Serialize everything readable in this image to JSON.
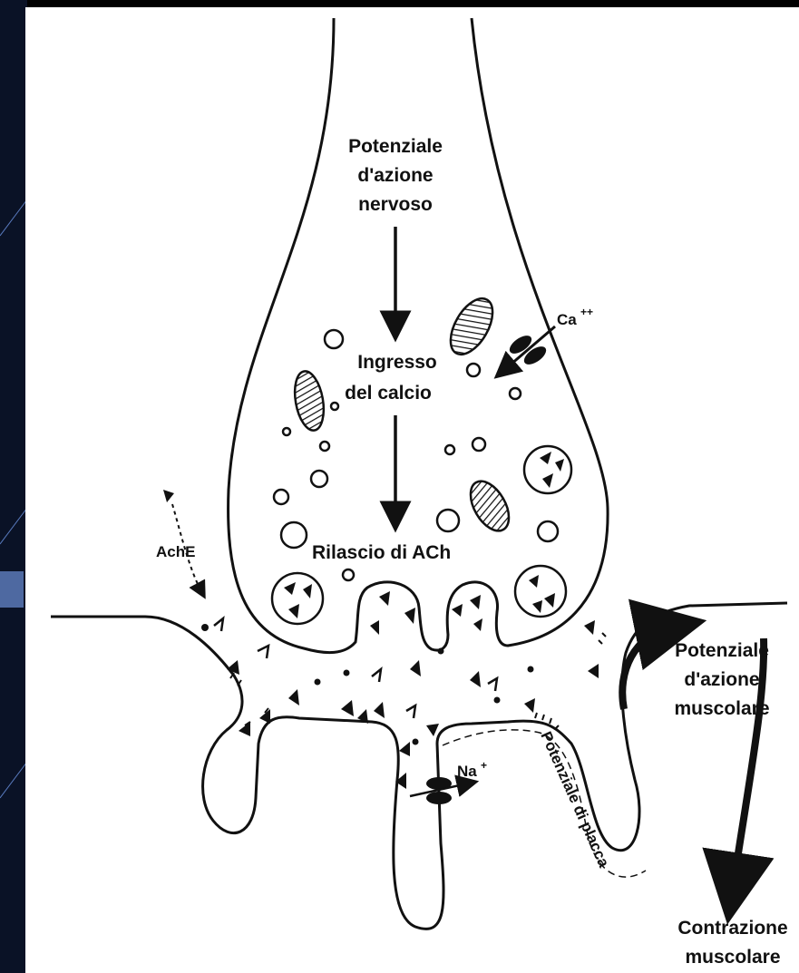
{
  "labels": {
    "nerve_ap_line1": "Potenziale",
    "nerve_ap_line2": "d'azione",
    "nerve_ap_line3": "nervoso",
    "calcium_line1": "Ingresso",
    "calcium_line2": "del calcio",
    "release": "Rilascio di ACh",
    "ache": "AchE",
    "ca_ion": "Ca",
    "ca_charge": "++",
    "na_ion": "Na",
    "na_charge": "+",
    "muscle_ap_line1": "Potenziale",
    "muscle_ap_line2": "d'azione",
    "muscle_ap_line3": "muscolare",
    "endplate": "Potenziale di placca",
    "contraction_line1": "Contrazione",
    "contraction_line2": "muscolare"
  },
  "colors": {
    "background": "#000000",
    "paper": "#ffffff",
    "ink": "#111111",
    "frame_blue": "#5a7cc0"
  }
}
